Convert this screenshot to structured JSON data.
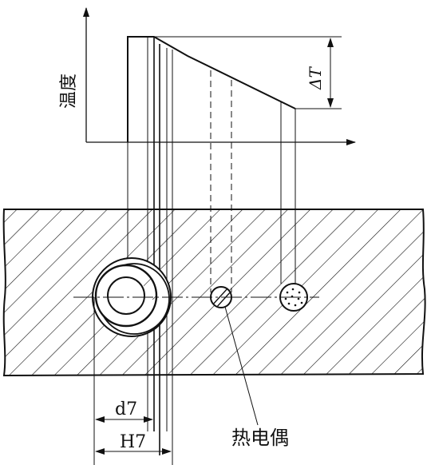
{
  "labels": {
    "temperature_axis": "温度",
    "delta_t": "ΔT",
    "d7": "d7",
    "h7": "H7",
    "thermocouple": "热电偶"
  },
  "colors": {
    "ink": "#111111",
    "background": "#ffffff"
  }
}
